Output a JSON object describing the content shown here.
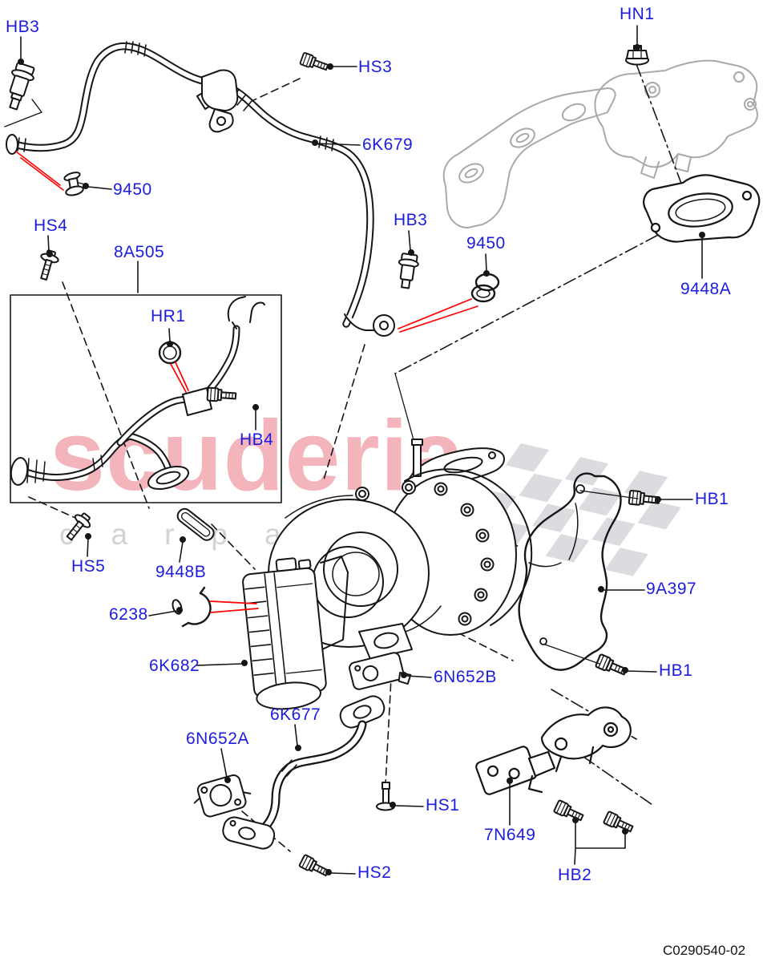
{
  "diagram": {
    "title": "Turbocharger exploded parts diagram",
    "code": "C0290540-02",
    "watermark": {
      "line1": "scuderia",
      "line2": "carparts"
    },
    "colors": {
      "label_blue": "#1c1cdf",
      "line_black": "#161616",
      "arrow_red": "#ff0000",
      "ghost_gray": "#a9a9ad",
      "flag_gray": "#dcdce0",
      "watermark_pink": "#f3b4bc",
      "watermark_gray": "#d3d3d6"
    },
    "callouts": [
      {
        "id": "hb3-top",
        "text": "HB3"
      },
      {
        "id": "hs3",
        "text": "HS3"
      },
      {
        "id": "6k679",
        "text": "6K679"
      },
      {
        "id": "hn1",
        "text": "HN1"
      },
      {
        "id": "9450-top",
        "text": "9450"
      },
      {
        "id": "hs4",
        "text": "HS4"
      },
      {
        "id": "8a505",
        "text": "8A505"
      },
      {
        "id": "hr1",
        "text": "HR1"
      },
      {
        "id": "hb4",
        "text": "HB4"
      },
      {
        "id": "hb3-mid",
        "text": "HB3"
      },
      {
        "id": "9450-mid",
        "text": "9450"
      },
      {
        "id": "9448a",
        "text": "9448A"
      },
      {
        "id": "hs5",
        "text": "HS5"
      },
      {
        "id": "9448b",
        "text": "9448B"
      },
      {
        "id": "6238",
        "text": "6238"
      },
      {
        "id": "6k682",
        "text": "6K682"
      },
      {
        "id": "6n652b",
        "text": "6N652B"
      },
      {
        "id": "9a397",
        "text": "9A397"
      },
      {
        "id": "hb1-top",
        "text": "HB1"
      },
      {
        "id": "hb1-bot",
        "text": "HB1"
      },
      {
        "id": "6k677",
        "text": "6K677"
      },
      {
        "id": "6n652a",
        "text": "6N652A"
      },
      {
        "id": "hs1",
        "text": "HS1"
      },
      {
        "id": "hs2",
        "text": "HS2"
      },
      {
        "id": "7n649",
        "text": "7N649"
      },
      {
        "id": "hb2",
        "text": "HB2"
      }
    ]
  }
}
